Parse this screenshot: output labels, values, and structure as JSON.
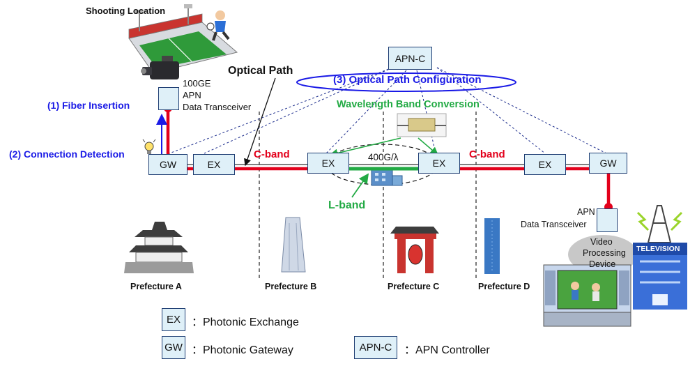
{
  "colors": {
    "optical_path": "#e3001b",
    "l_band": "#22aa44",
    "node_fill": "#dff0f8",
    "node_border": "#1f3e73",
    "control_lines": "#1a2b8c",
    "steps": "#1a1ae6"
  },
  "labels": {
    "shooting_location": "Shooting Location",
    "optical_path": "Optical Path",
    "step1": "(1) Fiber Insertion",
    "step2": "(2) Connection Detection",
    "step3": "(3) Optical Path Configuration",
    "wavelength_conversion": "Wavelength Band Conversion",
    "c_band_left": "C-band",
    "c_band_right": "C-band",
    "l_band": "L-band",
    "rate": "400G/λ",
    "transceiver_left": [
      "100GE",
      "APN",
      "Data Transceiver"
    ],
    "transceiver_right": [
      "APN",
      "Data Transceiver"
    ],
    "video_processing": [
      "Video",
      "Processing",
      "Device"
    ],
    "television": "TELEVISION"
  },
  "nodes": {
    "apnc": "APN-C",
    "gw_left": "GW",
    "ex1": "EX",
    "ex2": "EX",
    "ex3": "EX",
    "ex4": "EX",
    "gw_right": "GW"
  },
  "prefectures": [
    "Prefecture A",
    "Prefecture B",
    "Prefecture C",
    "Prefecture D"
  ],
  "legend": [
    {
      "key": "EX",
      "desc": "：Photonic Exchange"
    },
    {
      "key": "GW",
      "desc": "：Photonic Gateway"
    },
    {
      "key": "APN-C",
      "desc": "：APN Controller"
    }
  ]
}
